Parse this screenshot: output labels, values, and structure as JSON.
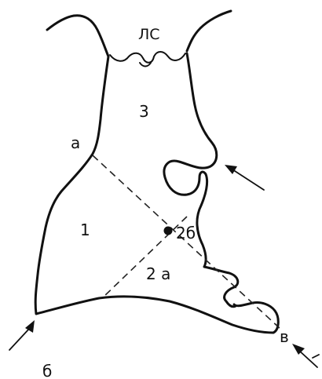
{
  "diagram": {
    "labels": {
      "ls": "ЛС",
      "region_1": "1",
      "region_2a": "2 а",
      "region_2b": "2б",
      "region_3": "3",
      "point_a": "а",
      "point_b": "б",
      "point_v": "в"
    },
    "arrows": [
      {
        "name": "arrow-right-notch"
      },
      {
        "name": "arrow-bottom-left"
      },
      {
        "name": "arrow-bottom-right"
      }
    ],
    "colors": {
      "ink": "#111111",
      "background": "#ffffff"
    }
  }
}
